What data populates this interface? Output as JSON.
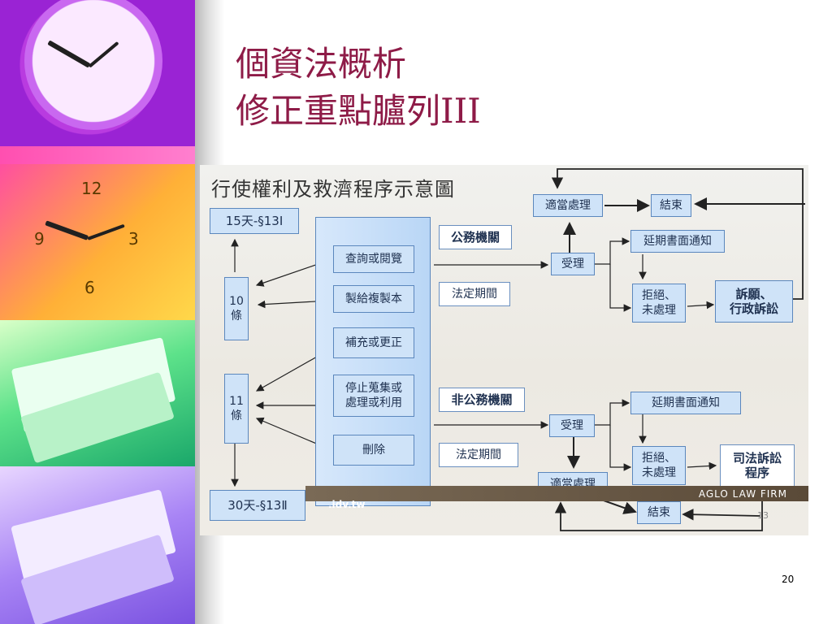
{
  "title": {
    "line1": "個資法概析",
    "line2": "修正重點臚列III"
  },
  "diagram": {
    "heading": "行使權利及救濟程序示意圖",
    "left": {
      "top_ref": "15天-§13Ⅰ",
      "art10": [
        "10",
        "條"
      ],
      "art11": [
        "11",
        "條"
      ],
      "bottom_ref": "30天-§13Ⅱ"
    },
    "rights": [
      "查詢或閱覽",
      "製給複製本",
      "補充或更正",
      [
        "停止蒐集或",
        "處理或利用"
      ],
      "刪除"
    ],
    "public": {
      "label": "公務機關",
      "period": "法定期間",
      "proper_handling": "適當處理",
      "end": "結束",
      "accept": "受理",
      "extend_notice": "延期書面通知",
      "reject": [
        "拒絕、",
        "未處理"
      ],
      "remedy": [
        "訴願、",
        "行政訴訟"
      ]
    },
    "private": {
      "label": "非公務機關",
      "period": "法定期間",
      "accept": "受理",
      "extend_notice": "延期書面通知",
      "reject": [
        "拒絕、",
        "未處理"
      ],
      "remedy": [
        "司法訴訟",
        "程序"
      ],
      "proper_handling": "適當處理",
      "end": "結束"
    },
    "footer": {
      "firm": "AGLO LAW FIRM",
      "url": ".idv.tw",
      "page": "13"
    }
  },
  "page_number": "20"
}
